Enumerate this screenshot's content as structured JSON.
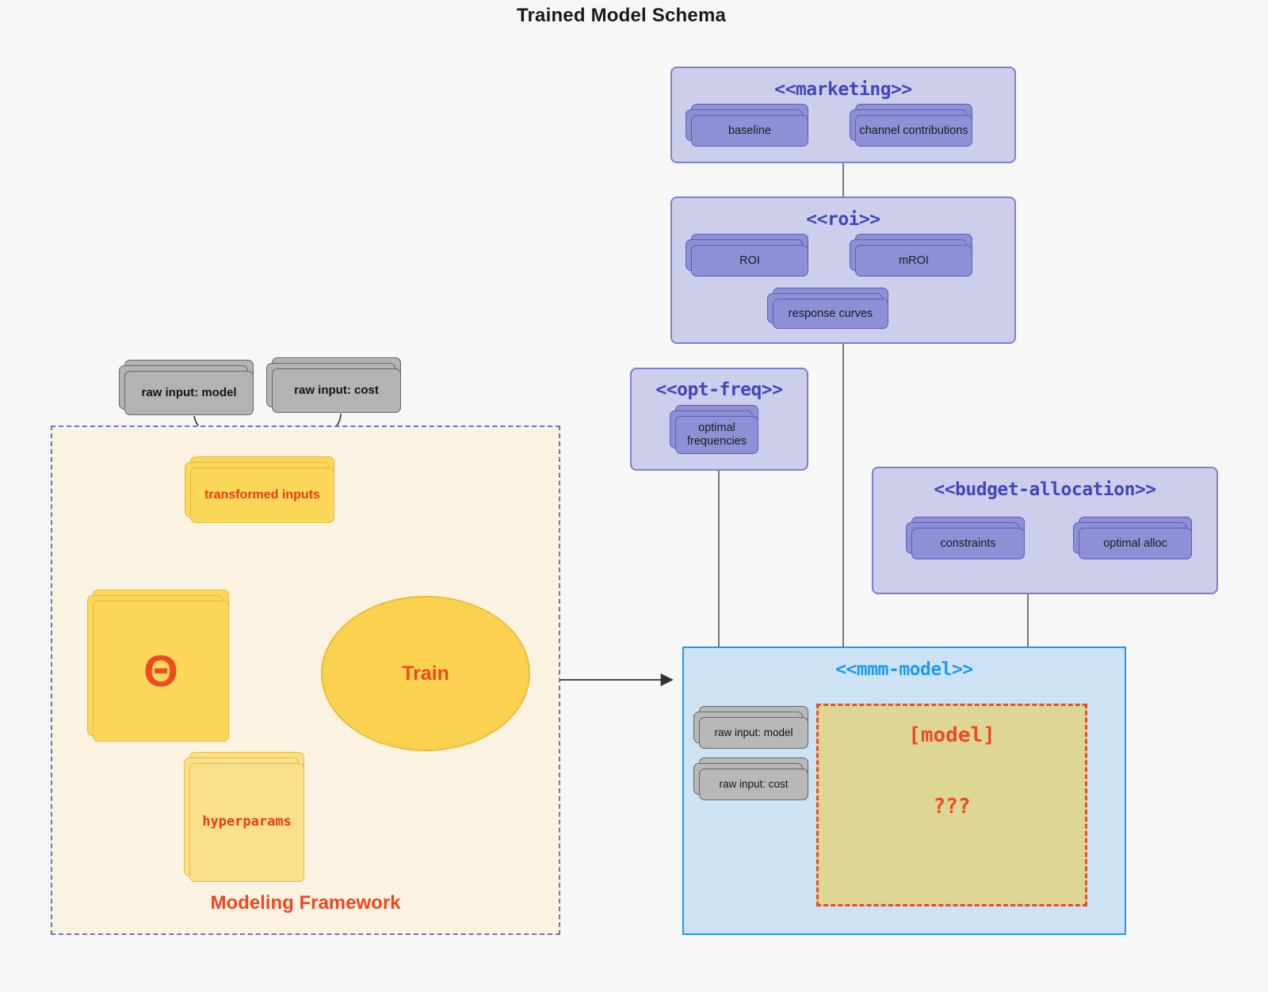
{
  "title": "Trained Model Schema",
  "colors": {
    "background": "#f7f7f7",
    "package_fill": "#ccceec",
    "package_stroke": "#7b7fcf",
    "package_title": "#4247b8",
    "node_purple_fill": "#8d90d4",
    "node_grey_fill": "#b3b3b3",
    "node_yellow_fill": "#fcd75a",
    "node_yellow_light_fill": "#fbe08a",
    "framework_fill": "#faf3e2",
    "framework_border": "#6d74c4",
    "accent_red": "#f04a23",
    "mmm_fill": "#cde3f5",
    "mmm_stroke": "#1e9bf0",
    "model_inner_fill": "#ddd695"
  },
  "packages": {
    "marketing": {
      "title": "<<marketing>>",
      "nodes": [
        {
          "label": "baseline"
        },
        {
          "label": "channel contributions"
        }
      ]
    },
    "roi": {
      "title": "<<roi>>",
      "nodes": [
        {
          "label": "ROI"
        },
        {
          "label": "mROI"
        },
        {
          "label": "response curves"
        }
      ]
    },
    "opt_freq": {
      "title": "<<opt-freq>>",
      "nodes": [
        {
          "label": "optimal\nfrequencies"
        }
      ]
    },
    "budget_allocation": {
      "title": "<<budget-allocation>>",
      "nodes": [
        {
          "label": "constraints"
        },
        {
          "label": "optimal alloc"
        }
      ]
    },
    "mmm_model": {
      "title": "<<mmm-model>>",
      "nodes": [
        {
          "label": "raw input: model"
        },
        {
          "label": "raw input: cost"
        }
      ],
      "inner": {
        "title": "[model]",
        "unknown": "???"
      }
    }
  },
  "framework": {
    "label": "Modeling Framework",
    "raw_inputs": [
      {
        "label": "raw input: model"
      },
      {
        "label": "raw input: cost"
      }
    ],
    "transformed_inputs": {
      "label": "transformed inputs"
    },
    "theta": {
      "label": "Θ"
    },
    "hyperparams": {
      "label": "hyperparams"
    },
    "train": {
      "label": "Train"
    }
  }
}
